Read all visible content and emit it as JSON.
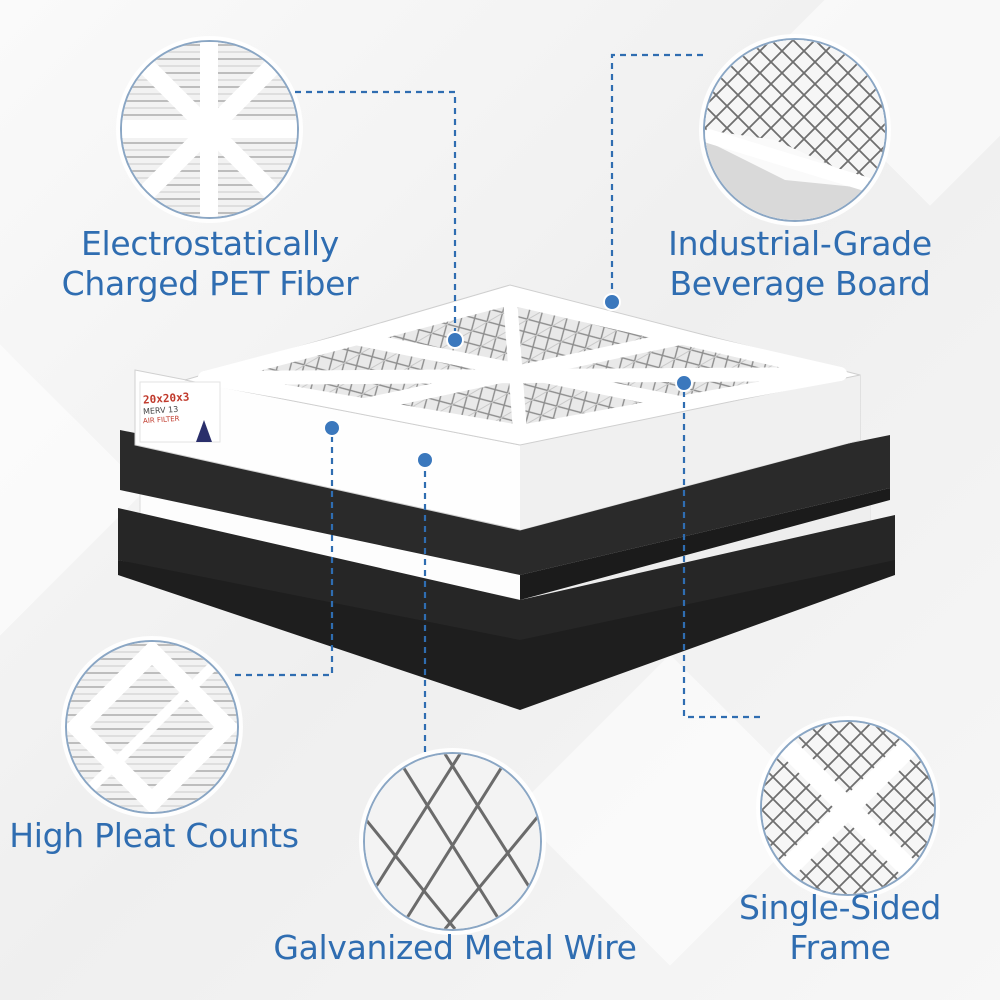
{
  "theme": {
    "accent": "#2f6db1",
    "dot": "#3b78bd",
    "foam": "#2a2a2a",
    "frame": "#ffffff"
  },
  "product_label": {
    "size": "20x20x3",
    "rating": "MERV 13",
    "type": "AIR FILTER"
  },
  "callouts": {
    "fiber": {
      "line1": "Electrostatically",
      "line2": "Charged PET Fiber"
    },
    "board": {
      "line1": "Industrial-Grade",
      "line2": "Beverage Board"
    },
    "pleat": {
      "line1": "High Pleat Counts"
    },
    "wire": {
      "line1": "Galvanized Metal Wire"
    },
    "frame": {
      "line1": "Single-Sided",
      "line2": "Frame"
    }
  }
}
